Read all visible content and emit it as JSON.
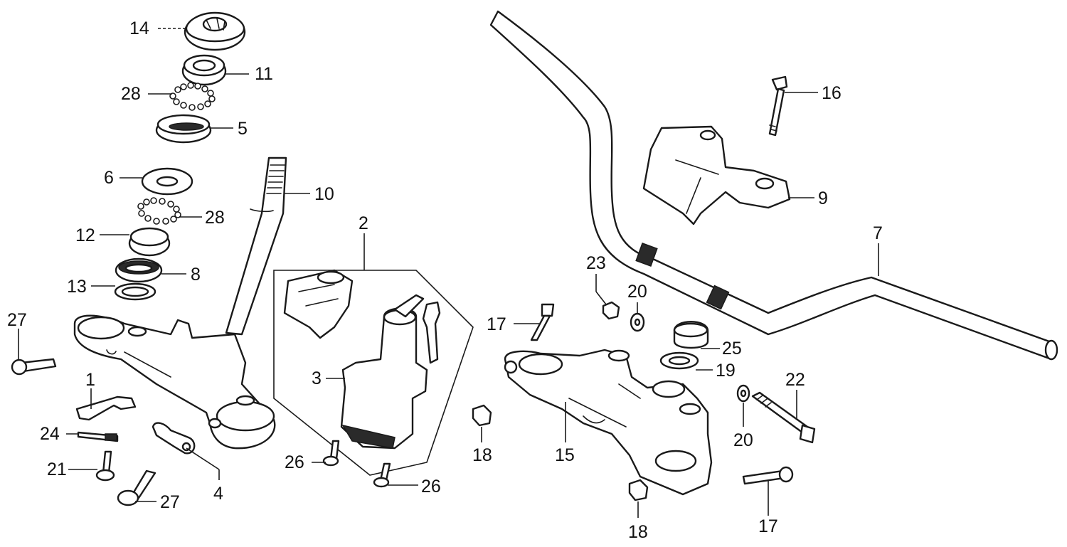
{
  "labels": {
    "l14": "14",
    "l11": "11",
    "l28a": "28",
    "l5": "5",
    "l6": "6",
    "l10": "10",
    "l28b": "28",
    "l12": "12",
    "l8": "8",
    "l13": "13",
    "l27a": "27",
    "l1": "1",
    "l24": "24",
    "l21": "21",
    "l27b": "27",
    "l4": "4",
    "l2": "2",
    "l3": "3",
    "l26a": "26",
    "l26b": "26",
    "l16": "16",
    "l9": "9",
    "l7": "7",
    "l23": "23",
    "l20a": "20",
    "l17a": "17",
    "l25": "25",
    "l19": "19",
    "l18a": "18",
    "l15": "15",
    "l22": "22",
    "l20b": "20",
    "l18b": "18",
    "l17b": "17"
  }
}
